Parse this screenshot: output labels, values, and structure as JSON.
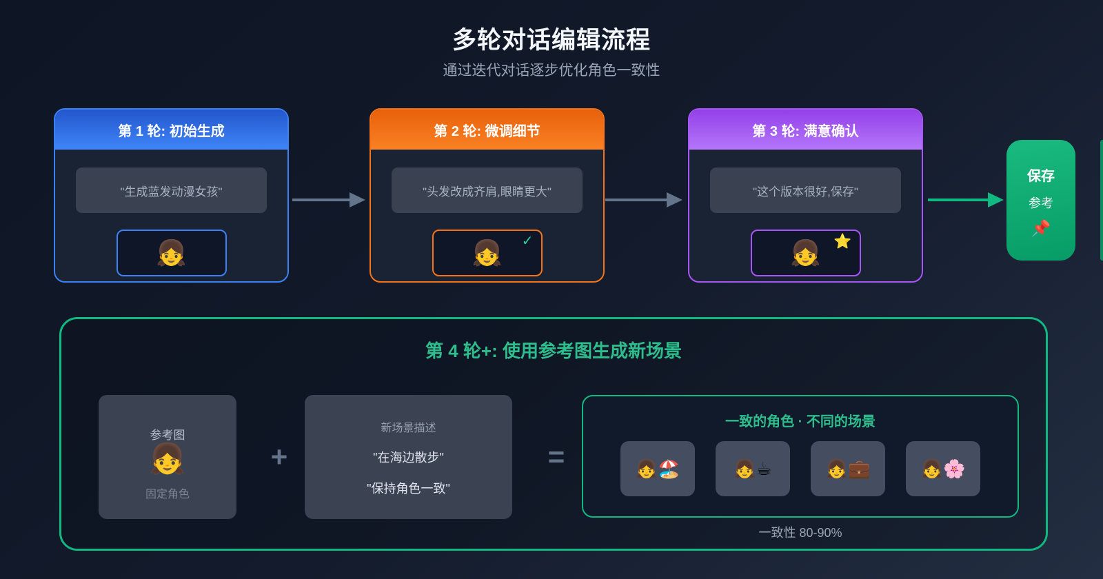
{
  "page": {
    "title": "多轮对话编辑流程",
    "subtitle": "通过迭代对话逐步优化角色一致性"
  },
  "colors": {
    "background_top": "#0e1524",
    "background_bottom": "#232e42",
    "round1_accent": "#3b82f6",
    "round2_accent": "#f97316",
    "round3_accent": "#a855f7",
    "green_accent": "#10b981",
    "arrow_gray": "#64748b"
  },
  "rounds": [
    {
      "title": "第 1 轮: 初始生成",
      "prompt": "\"生成蓝发动漫女孩\"",
      "emoji": "👧",
      "badge": ""
    },
    {
      "title": "第 2 轮: 微调细节",
      "prompt": "\"头发改成齐肩,眼睛更大\"",
      "emoji": "👧",
      "badge": "✓"
    },
    {
      "title": "第 3 轮: 满意确认",
      "prompt": "\"这个版本很好,保存\"",
      "emoji": "👧",
      "badge": "⭐"
    }
  ],
  "save_card": {
    "line1": "保存",
    "line2": "参考",
    "pin_emoji": "📌"
  },
  "round4": {
    "title": "第 4 轮+: 使用参考图生成新场景",
    "reference": {
      "label": "参考图",
      "emoji": "👧",
      "caption": "固定角色"
    },
    "plus_sign": "+",
    "scene": {
      "label": "新场景描述",
      "lines": [
        "\"在海边散步\"",
        "\"保持角色一致\""
      ]
    },
    "equals_sign": "=",
    "result": {
      "title": "一致的角色 · 不同的场景",
      "tiles": [
        "👧🏖️",
        "👧☕",
        "👧💼",
        "👧🌸"
      ],
      "caption": "一致性 80-90%"
    }
  }
}
